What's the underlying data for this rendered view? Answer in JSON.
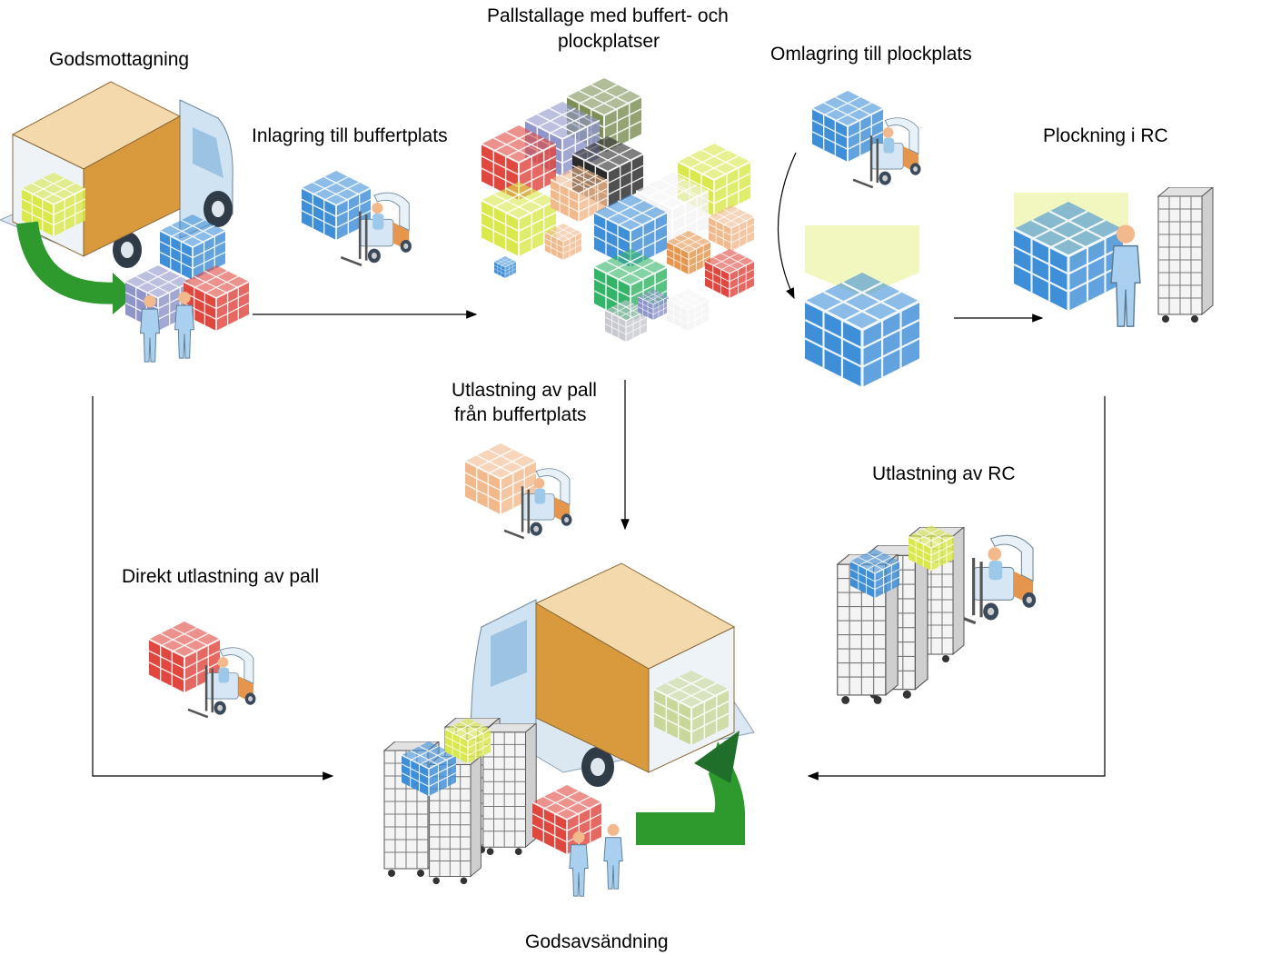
{
  "diagram": {
    "labels": {
      "receiving": "Godsmottagning",
      "rack_line1": "Pallstallage med buffert- och",
      "rack_line2": "plockplatser",
      "relocation": "Omlagring till plockplats",
      "put_away": "Inlagring till buffertplats",
      "picking": "Plockning i RC",
      "unload_pallet_line1": "Utlastning av pall",
      "unload_pallet_line2": "från buffertplats",
      "unload_rc": "Utlastning av RC",
      "direct_unload": "Direkt utlastning av pall",
      "dispatch": "Godsavsändning"
    },
    "colors": {
      "box_body": "#d89a3c",
      "truck_cab": "#cfe3f3",
      "arrow_green": "#2e9a2e",
      "blue": "#3f8fd8",
      "red": "#e0473f",
      "yellow": "#d9e84a",
      "green": "#34b468",
      "olive": "#7d8f55",
      "peach": "#f2b98c",
      "orange": "#e6954c",
      "lavender": "#8f95c9",
      "black": "#2a2a2a",
      "white": "#f4f4f4",
      "grey_frame": "#9aa3ad"
    }
  }
}
